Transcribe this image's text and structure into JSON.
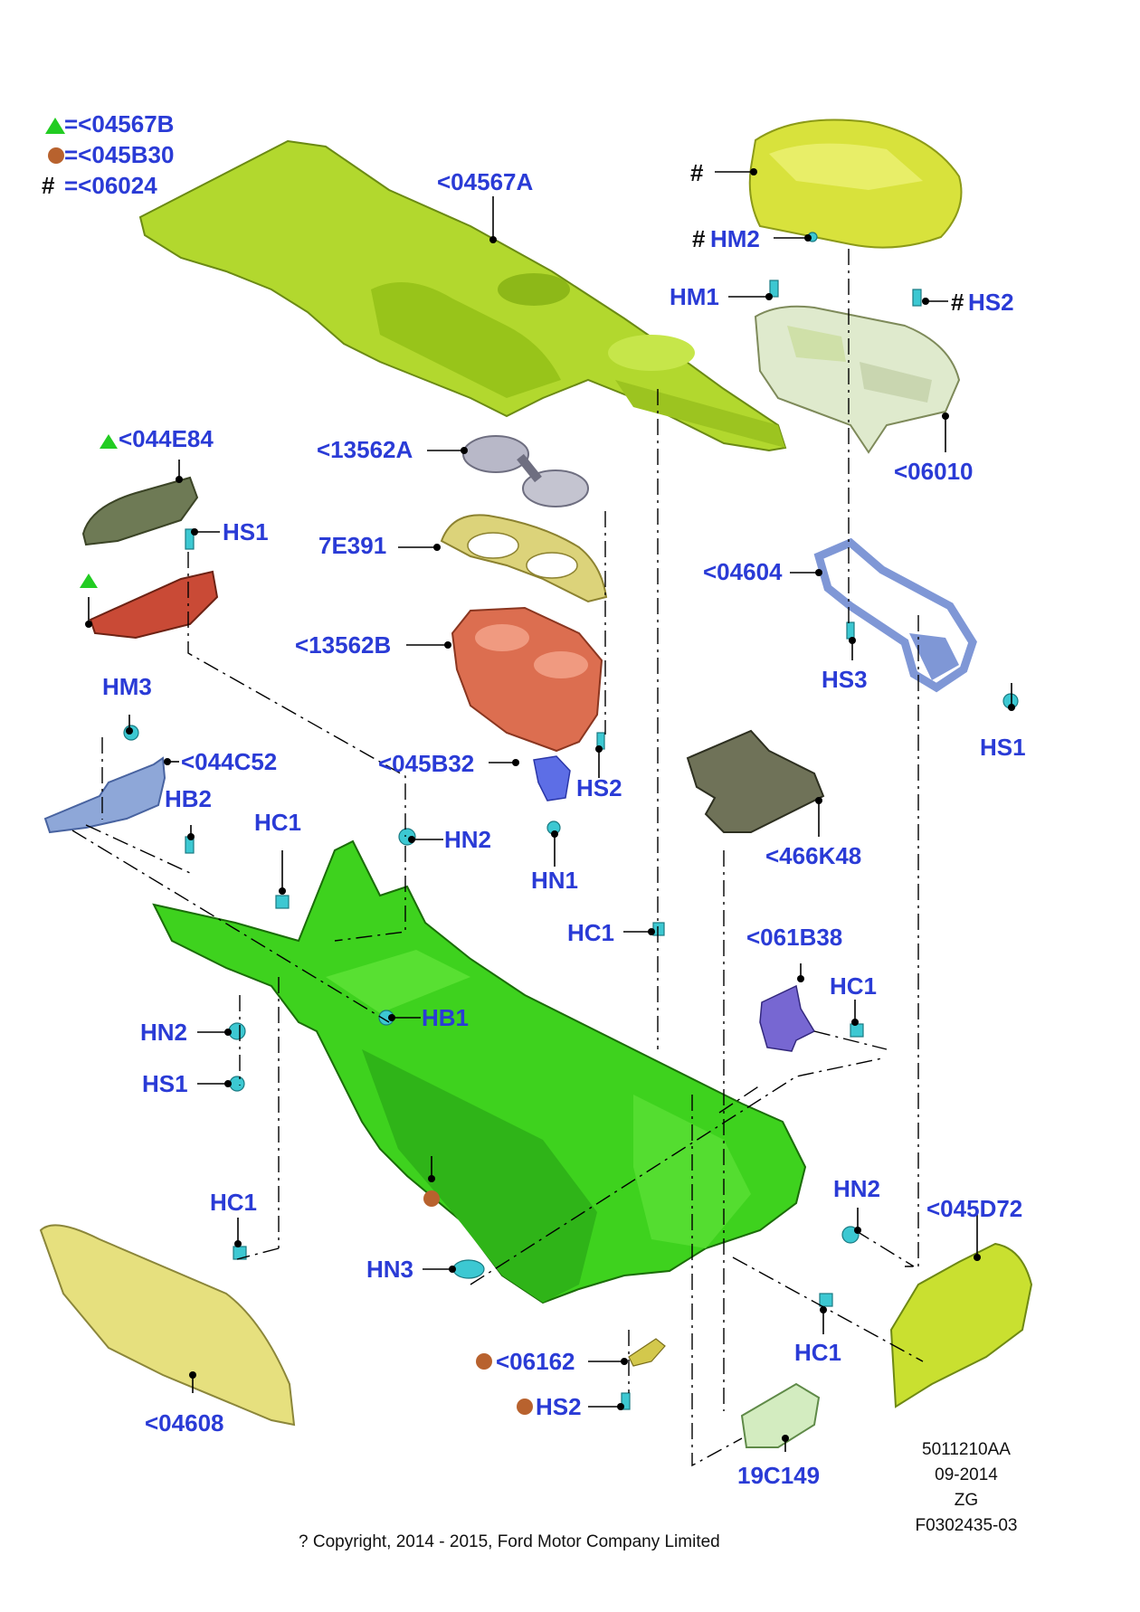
{
  "legend": {
    "triangle": "=<04567B",
    "circle": "=<045B30",
    "hash_symbol": "#",
    "hash": "=<06024"
  },
  "symbols": {
    "hash": "#"
  },
  "labels": {
    "p04567A": "<04567A",
    "p044E84": "<044E84",
    "p13562A": "<13562A",
    "p7E391": "7E391",
    "p13562B": "<13562B",
    "p045B32": "<045B32",
    "p044C52": "<044C52",
    "p04604": "<04604",
    "p06010": "<06010",
    "p466K48": "<466K48",
    "p061B38": "<061B38",
    "p045D72": "<045D72",
    "p04608": "<04608",
    "p06162": "<06162",
    "p19C149": "19C149",
    "hm2": "HM2",
    "hm1": "HM1",
    "hs2_top": "HS2",
    "hs1_left": "HS1",
    "hm3": "HM3",
    "hb2": "HB2",
    "hc1_a": "HC1",
    "hn2_a": "HN2",
    "hs2_mid": "HS2",
    "hn1": "HN1",
    "hs3": "HS3",
    "hs1_right": "HS1",
    "hc1_b": "HC1",
    "hc1_c": "HC1",
    "hn2_b": "HN2",
    "hs1_b": "HS1",
    "hb1": "HB1",
    "hc1_d": "HC1",
    "hn3": "HN3",
    "hn2_c": "HN2",
    "hc1_e": "HC1",
    "hs2_bottom": "HS2"
  },
  "footer": {
    "part_code": "5011210AA",
    "date": "09-2014",
    "zone": "ZG",
    "figure_id": "F0302435-03",
    "copyright": "? Copyright, 2014 - 2015, Ford Motor Company Limited"
  },
  "colors": {
    "label_blue": "#2a3bd6",
    "triangle_green": "#22cc22",
    "circle_brown": "#b8622e",
    "console_green": "#3ed21e",
    "bezel_yellowgreen": "#b2d82e",
    "lid_yellow": "#d8e23c",
    "cupholder_red": "#dc6e50",
    "bracket_blue": "#7f97d6",
    "clip_cyan": "#3cc8d2",
    "mat_olive": "#6f7258"
  }
}
